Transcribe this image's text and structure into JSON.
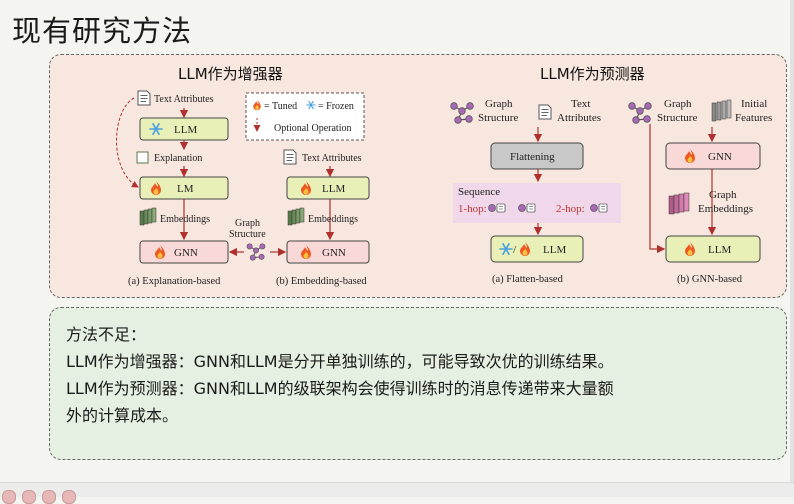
{
  "slide_title": "现有研究方法",
  "left_section": {
    "title": "LLM作为增强器",
    "legend": {
      "tuned": "= Tuned",
      "frozen": "= Frozen",
      "optional": "Optional Operation"
    },
    "explanation_based": {
      "text_attributes": "Text Attributes",
      "llm": "LLM",
      "explanation": "Explanation",
      "lm": "LM",
      "embeddings": "Embeddings",
      "gnn": "GNN",
      "caption": "(a) Explanation-based"
    },
    "graph_structure_line1": "Graph",
    "graph_structure_line2": "Structure",
    "embedding_based": {
      "text_attributes": "Text Attributes",
      "llm": "LLM",
      "embeddings": "Embeddings",
      "gnn": "GNN",
      "caption": "(b) Embedding-based"
    }
  },
  "right_section": {
    "title": "LLM作为预测器",
    "flatten_based": {
      "graph_line1": "Graph",
      "graph_line2": "Structure",
      "text_line1": "Text",
      "text_line2": "Attributes",
      "flattening": "Flattening",
      "sequence": "Sequence",
      "hop1": "1-hop:",
      "hop2": "2-hop:",
      "llm": "LLM",
      "caption": "(a) Flatten-based"
    },
    "gnn_based": {
      "graph_line1": "Graph",
      "graph_line2": "Structure",
      "initial_line1": "Initial",
      "initial_line2": "Features",
      "gnn": "GNN",
      "emb_line1": "Graph",
      "emb_line2": "Embeddings",
      "llm": "LLM",
      "caption": "(b) GNN-based"
    }
  },
  "notes": {
    "heading": "方法不足：",
    "line1": "LLM作为增强器：GNN和LLM是分开单独训练的，可能导致次优的训练结果。",
    "line2": "LLM作为预测器：GNN和LLM的级联架构会使得训练时的消息传递带来大量额",
    "line3": "外的计算成本。"
  },
  "colors": {
    "llm_box": "#e8f0b8",
    "gnn_box": "#f9d8d8",
    "flatten_box": "#c8c8c8",
    "arrow": "#b03030",
    "panel_top": "#f8e7de",
    "panel_bottom": "#e5f0e3"
  }
}
